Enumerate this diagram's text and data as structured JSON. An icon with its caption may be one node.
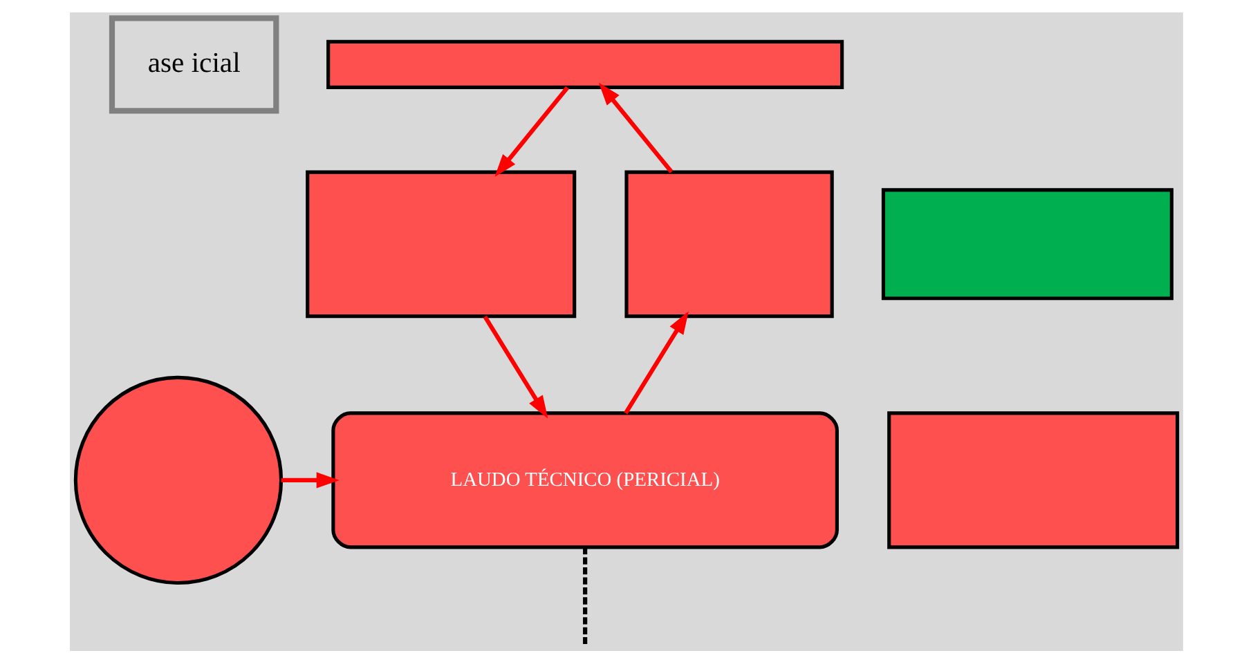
{
  "diagram": {
    "nodes": [
      {
        "text": [
          "ase icial"
        ]
      },
      {
        "text": [],
        "shape": "box"
      },
      {
        "text": [],
        "shape": "box"
      },
      {
        "text": [],
        "shape": "box"
      },
      {
        "text": [],
        "shape": "circle"
      },
      {
        "text": [
          "LAUDO TÉCNICO (PERICIAL)"
        ]
      },
      {
        "text": [],
        "shape": "box"
      },
      {
        "text": [],
        "shape": "box"
      }
    ],
    "edges": [
      {
        "from": 2,
        "to": 1,
        "arrow": "to"
      },
      {
        "from": 1,
        "to": 3,
        "arrow": "to"
      },
      {
        "from": 5,
        "to": 2,
        "arrow": "to"
      },
      {
        "from": 3,
        "to": 5,
        "arrow": "to"
      },
      {
        "from": 4,
        "to": 5,
        "arrow": "to"
      },
      {
        "from": 5,
        "to": null,
        "arrow": "none",
        "style": "dashed",
        "color": "#000000"
      }
    ]
  }
}
